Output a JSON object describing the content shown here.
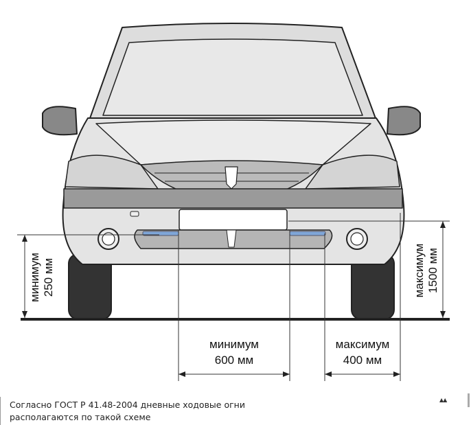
{
  "diagram": {
    "left_label_line1": "минимум",
    "left_label_line2": "250 мм",
    "right_label_line1": "максимум",
    "right_label_line2": "1500 мм",
    "bottom_left_label_line1": "минимум",
    "bottom_left_label_line2": "600 мм",
    "bottom_right_label_line1": "максимум",
    "bottom_right_label_line2": "400 мм",
    "drl_color": "#7fa6d8"
  },
  "caption": {
    "line1": "Согласно ГОСТ Р 41.48-2004 дневные ходовые огни",
    "line2": "располагаются по такой схеме"
  },
  "controls": {
    "collapse_glyph": "▲▲"
  }
}
